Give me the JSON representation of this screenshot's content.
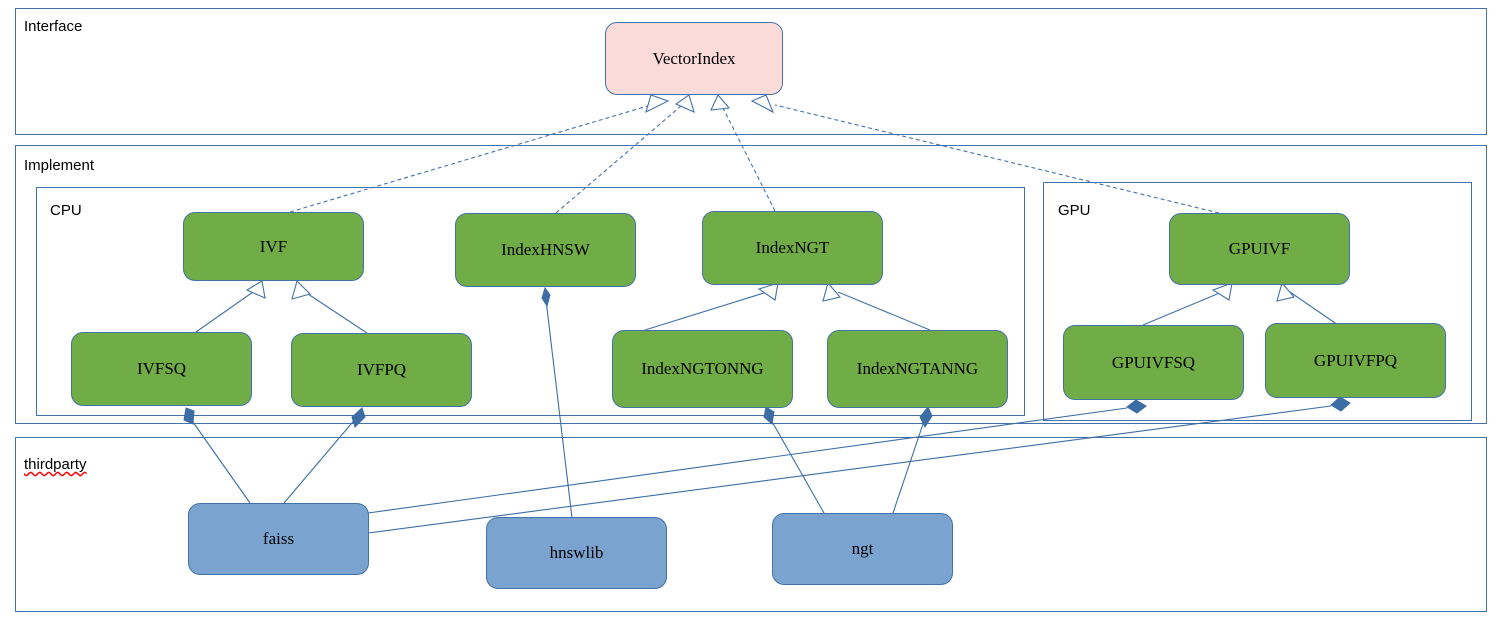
{
  "diagram": {
    "type": "uml-class-diagram",
    "background": "#ffffff",
    "colors": {
      "interface_fill": "#fadbd8",
      "implement_fill": "#70ad47",
      "thirdparty_fill": "#7ba3d0",
      "border": "#4472a8",
      "edge": "#4472a8",
      "spellcheck_underline": "#ff0000"
    }
  },
  "groups": {
    "interface": {
      "label": "Interface",
      "misspelled": false
    },
    "implement": {
      "label": "Implement",
      "misspelled": false
    },
    "cpu": {
      "label": "CPU",
      "misspelled": false
    },
    "gpu": {
      "label": "GPU",
      "misspelled": false
    },
    "thirdparty": {
      "label": "thirdparty",
      "misspelled": true
    }
  },
  "nodes": {
    "vectorindex": {
      "label": "VectorIndex",
      "group": "interface",
      "kind": "interface"
    },
    "ivf": {
      "label": "IVF",
      "group": "cpu",
      "kind": "implement"
    },
    "ivfsq": {
      "label": "IVFSQ",
      "group": "cpu",
      "kind": "implement"
    },
    "ivfpq": {
      "label": "IVFPQ",
      "group": "cpu",
      "kind": "implement"
    },
    "indexhnsw": {
      "label": "IndexHNSW",
      "group": "cpu",
      "kind": "implement"
    },
    "indexngt": {
      "label": "IndexNGT",
      "group": "cpu",
      "kind": "implement"
    },
    "indexngtonng": {
      "label": "IndexNGTONNG",
      "group": "cpu",
      "kind": "implement"
    },
    "indexngtanng": {
      "label": "IndexNGTANNG",
      "group": "cpu",
      "kind": "implement"
    },
    "gpuivf": {
      "label": "GPUIVF",
      "group": "gpu",
      "kind": "implement"
    },
    "gpuivfsq": {
      "label": "GPUIVFSQ",
      "group": "gpu",
      "kind": "implement"
    },
    "gpuivfpq": {
      "label": "GPUIVFPQ",
      "group": "gpu",
      "kind": "implement"
    },
    "faiss": {
      "label": "faiss",
      "group": "thirdparty",
      "kind": "thirdparty"
    },
    "hnswlib": {
      "label": "hnswlib",
      "group": "thirdparty",
      "kind": "thirdparty"
    },
    "ngt": {
      "label": "ngt",
      "group": "thirdparty",
      "kind": "thirdparty"
    }
  },
  "relations": [
    {
      "from": "ivf",
      "to": "vectorindex",
      "type": "realization"
    },
    {
      "from": "indexhnsw",
      "to": "vectorindex",
      "type": "realization"
    },
    {
      "from": "indexngt",
      "to": "vectorindex",
      "type": "realization"
    },
    {
      "from": "gpuivf",
      "to": "vectorindex",
      "type": "realization"
    },
    {
      "from": "ivfsq",
      "to": "ivf",
      "type": "inheritance"
    },
    {
      "from": "ivfpq",
      "to": "ivf",
      "type": "inheritance"
    },
    {
      "from": "indexngtonng",
      "to": "indexngt",
      "type": "inheritance"
    },
    {
      "from": "indexngtanng",
      "to": "indexngt",
      "type": "inheritance"
    },
    {
      "from": "gpuivfsq",
      "to": "gpuivf",
      "type": "inheritance"
    },
    {
      "from": "gpuivfpq",
      "to": "gpuivf",
      "type": "inheritance"
    },
    {
      "from": "faiss",
      "to": "ivfsq",
      "type": "composition"
    },
    {
      "from": "faiss",
      "to": "ivfpq",
      "type": "composition"
    },
    {
      "from": "faiss",
      "to": "gpuivfsq",
      "type": "composition"
    },
    {
      "from": "faiss",
      "to": "gpuivfpq",
      "type": "composition"
    },
    {
      "from": "hnswlib",
      "to": "indexhnsw",
      "type": "composition"
    },
    {
      "from": "ngt",
      "to": "indexngtonng",
      "type": "composition"
    },
    {
      "from": "ngt",
      "to": "indexngtanng",
      "type": "composition"
    }
  ]
}
